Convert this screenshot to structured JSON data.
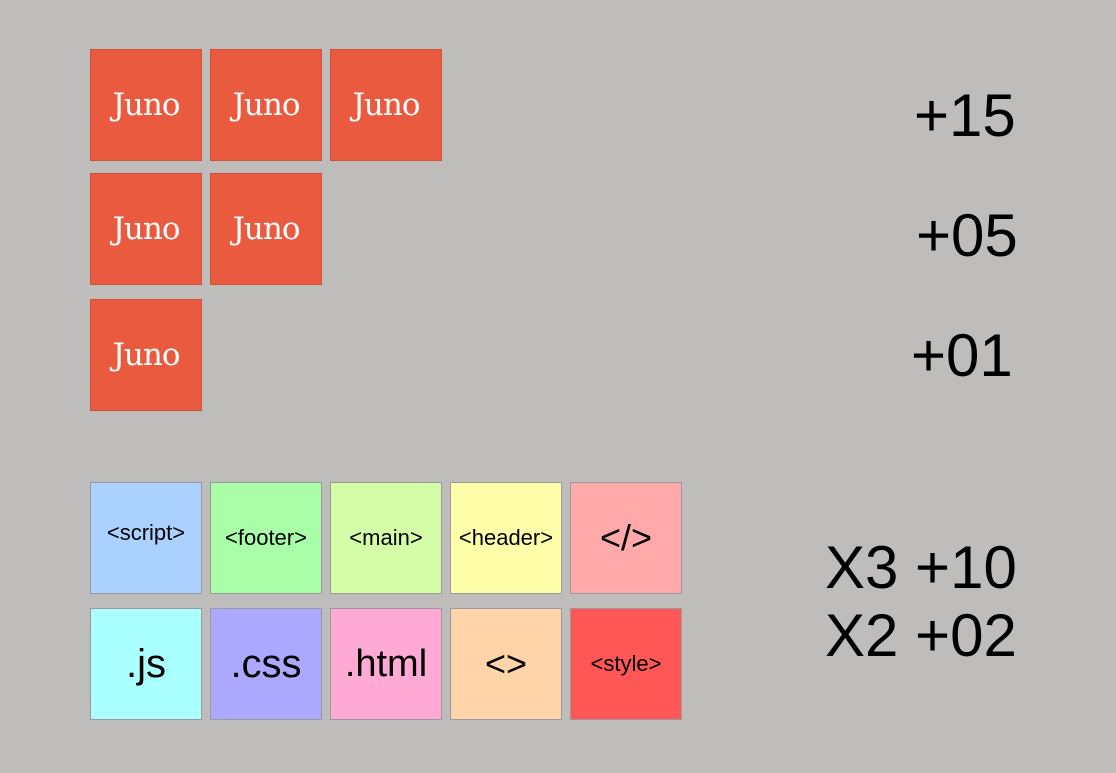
{
  "juno_rows": [
    {
      "tiles": [
        "Juno",
        "Juno",
        "Juno"
      ],
      "score": "+15"
    },
    {
      "tiles": [
        "Juno",
        "Juno"
      ],
      "score": "+05"
    },
    {
      "tiles": [
        "Juno"
      ],
      "score": "+01"
    }
  ],
  "tag_tiles": {
    "row1": [
      {
        "label": "<script>",
        "color": "#aad1ff"
      },
      {
        "label": "<footer>",
        "color": "#a8ffa8"
      },
      {
        "label": "<main>",
        "color": "#d4ffa8"
      },
      {
        "label": "<header>",
        "color": "#ffffaa"
      },
      {
        "label": "</>",
        "color": "#ffa9a9"
      }
    ],
    "row2": [
      {
        "label": ".js",
        "color": "#aaffff"
      },
      {
        "label": ".css",
        "color": "#aaa9ff"
      },
      {
        "label": ".html",
        "color": "#ffaad4"
      },
      {
        "label": "<>",
        "color": "#ffd4a9"
      },
      {
        "label": "<style>",
        "color": "#ff5656"
      }
    ]
  },
  "multipliers": [
    "X3 +10",
    "X2 +02"
  ],
  "colors": {
    "background": "#bfbdbb",
    "juno_tile": "#e95a3f"
  }
}
